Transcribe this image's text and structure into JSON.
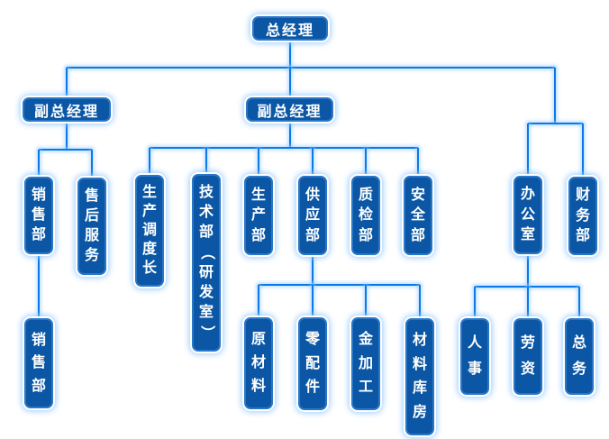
{
  "diagram": {
    "type": "org-chart",
    "colors": {
      "node_fill": "#0b57a5",
      "node_border": "#2a77c8",
      "node_text": "#ffffff",
      "connector": "#0a79e6",
      "glow": "#a9d3fa",
      "background": "#ffffff"
    },
    "nodes": {
      "gm": {
        "label": "总经理"
      },
      "vgm_left": {
        "label": "副总经理"
      },
      "vgm_mid": {
        "label": "副总经理"
      },
      "sales_dept": {
        "label": "销售部"
      },
      "after_sales": {
        "label": "售后服务"
      },
      "sales_sub": {
        "label": "销售部"
      },
      "dispatch": {
        "label": "生产调度长"
      },
      "tech": {
        "label": "技术部（研发室）"
      },
      "production": {
        "label": "生产部"
      },
      "supply": {
        "label": "供应部"
      },
      "qc": {
        "label": "质检部"
      },
      "safety": {
        "label": "安全部"
      },
      "raw": {
        "label": "原材料"
      },
      "parts": {
        "label": "零配件"
      },
      "metal": {
        "label": "金加工"
      },
      "warehouse": {
        "label": "材料库房"
      },
      "office": {
        "label": "办公室"
      },
      "finance": {
        "label": "财务部"
      },
      "hr": {
        "label": "人事"
      },
      "labor": {
        "label": "劳资"
      },
      "general": {
        "label": "总务"
      }
    },
    "hierarchy": {
      "id": "gm",
      "children": [
        {
          "id": "vgm_left",
          "children": [
            {
              "id": "sales_dept",
              "children": [
                {
                  "id": "sales_sub"
                }
              ]
            },
            {
              "id": "after_sales"
            }
          ]
        },
        {
          "id": "vgm_mid",
          "children": [
            {
              "id": "dispatch"
            },
            {
              "id": "tech"
            },
            {
              "id": "production"
            },
            {
              "id": "supply",
              "children": [
                {
                  "id": "raw"
                },
                {
                  "id": "parts"
                },
                {
                  "id": "metal"
                },
                {
                  "id": "warehouse"
                }
              ]
            },
            {
              "id": "qc"
            },
            {
              "id": "safety"
            }
          ]
        },
        {
          "id": "office",
          "children": [
            {
              "id": "hr"
            },
            {
              "id": "labor"
            },
            {
              "id": "general"
            }
          ]
        },
        {
          "id": "finance"
        }
      ]
    }
  }
}
